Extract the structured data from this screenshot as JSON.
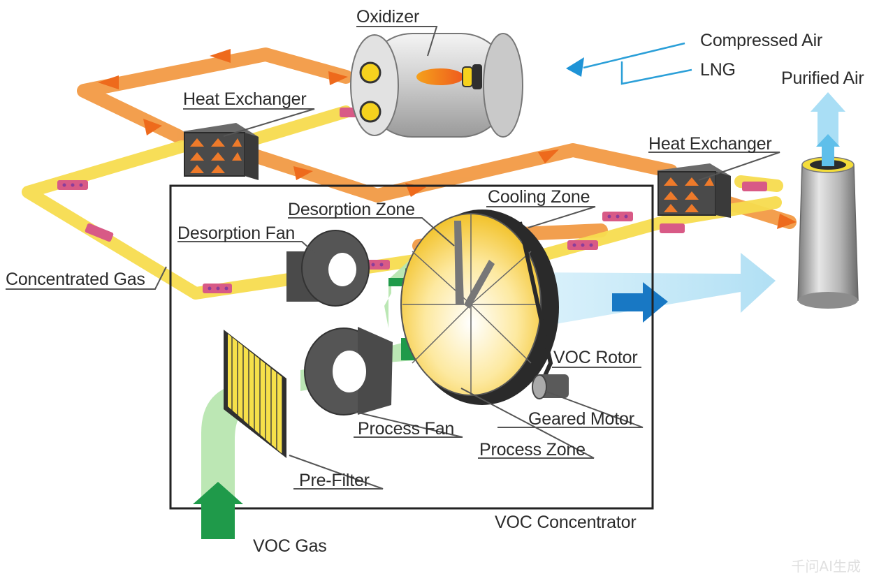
{
  "labels": {
    "oxidizer": "Oxidizer",
    "compressed_air": "Compressed Air",
    "lng": "LNG",
    "purified_air": "Purified Air",
    "heat_exchanger_top": "Heat Exchanger",
    "heat_exchanger_right": "Heat Exchanger",
    "cooling_zone": "Cooling Zone",
    "desorption_zone": "Desorption Zone",
    "desorption_fan": "Desorption Fan",
    "concentrated_gas": "Concentrated Gas",
    "voc_rotor": "VOC Rotor",
    "geared_motor": "Geared Motor",
    "process_fan": "Process Fan",
    "process_zone": "Process Zone",
    "pre_filter": "Pre-Filter",
    "voc_concentrator": "VOC Concentrator",
    "voc_gas": "VOC Gas"
  },
  "watermark": "千问AI生成",
  "colors": {
    "hot_stream": "#f29a45",
    "hot_arrow": "#ee6a1c",
    "warm_stream": "#f7dc4f",
    "voc_stream": "#b8e6b0",
    "voc_arrow": "#1f9a4a",
    "clean_stream": "#bde6f7",
    "clean_arrow": "#1878c4",
    "gas_line": "#2a9fd8",
    "particle": "#8a3d9a"
  }
}
